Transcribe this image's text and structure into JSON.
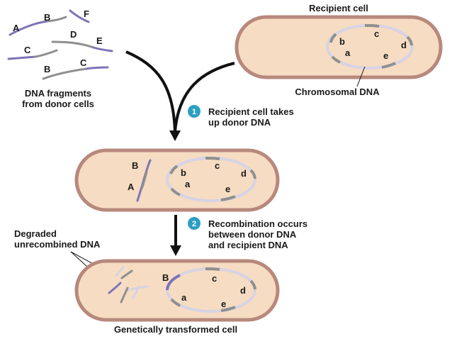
{
  "donor": {
    "caption_line1": "DNA fragments",
    "caption_line2": "from donor cells",
    "fragment_labels": [
      "A",
      "B",
      "F",
      "D",
      "E",
      "C",
      "B",
      "C"
    ]
  },
  "recipient": {
    "title": "Recipient cell",
    "chromosome_caption": "Chromosomal DNA",
    "gene_labels": [
      "b",
      "c",
      "d",
      "a",
      "e"
    ]
  },
  "steps": [
    {
      "number": "1",
      "line1": "Recipient cell takes",
      "line2": "up donor DNA"
    },
    {
      "number": "2",
      "line1": "Recombination occurs",
      "line2": "between donor DNA",
      "line3": "and recipient DNA"
    }
  ],
  "middle_cell": {
    "donor_labels": [
      "B",
      "A"
    ],
    "gene_labels": [
      "b",
      "c",
      "d",
      "a",
      "e"
    ]
  },
  "bottom_cell": {
    "degraded_line1": "Degraded",
    "degraded_line2": "unrecombined DNA",
    "gene_labels": [
      "B",
      "c",
      "d",
      "a",
      "e"
    ],
    "caption": "Genetically transformed cell"
  },
  "colors": {
    "cell_fill": "#f6dcc2",
    "cell_border": "#b7897c",
    "donor_dna": "#7f73b7",
    "recipient_dna": "#d6d3e4",
    "gene_block": "#8f8f8f",
    "step_circle": "#2b9fc3"
  }
}
